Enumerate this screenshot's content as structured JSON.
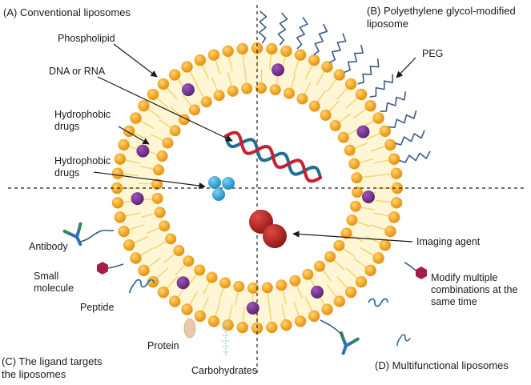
{
  "corners": {
    "a": "(A)  Conventional liposomes",
    "b": "(B)  Polyethylene glycol-modified\nliposome",
    "c": "(C)  The ligand targets\nthe liposomes",
    "d": "(D)  Multifunctional liposomes"
  },
  "labels": {
    "phospholipid": "Phospholipid",
    "dna": "DNA or RNA",
    "hydrophobic1": "Hydrophobic\ndrugs",
    "hydrophobic2": "Hydrophobic\ndrugs",
    "peg": "PEG",
    "imaging": "Imaging agent",
    "antibody": "Antibody",
    "small_molecule": "Small\nmolecule",
    "peptide": "Peptide",
    "protein": "Protein",
    "carbohydrates": "Carbohydrates",
    "modify": "Modify multiple\ncombinations at the\nsame time"
  },
  "colors": {
    "lipid_head": "#F2A623",
    "lipid_head_edge": "#D98E12",
    "tail": "#F3D77E",
    "membrane_fill": "#FFF6D6",
    "drug": "#6B2A86",
    "drug_edge": "#4E1C64",
    "peg": "#3E5A86",
    "dna_red": "#C8202E",
    "dna_blue": "#1E6F94",
    "aqueous": "#2E9FD6",
    "imaging": "#B72022",
    "antibody_green": "#2E8B57",
    "antibody_blue": "#2F6FB5",
    "small_molecule": "#A51E47",
    "peptide": "#2C6E9B",
    "protein": "#EBC9AA",
    "carbohydrate": "#A8C4D4"
  }
}
